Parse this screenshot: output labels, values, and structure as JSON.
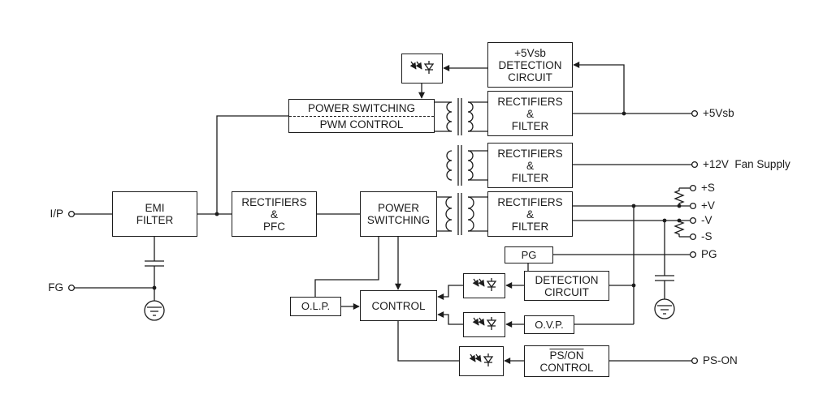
{
  "diagram": {
    "blocks": {
      "emi_filter": {
        "lines": [
          "EMI",
          "FILTER"
        ]
      },
      "rectifiers_pfc": {
        "lines": [
          "RECTIFIERS",
          "&",
          "PFC"
        ]
      },
      "power_switching": {
        "lines": [
          "POWER",
          "SWITCHING"
        ]
      },
      "pwm_control": {
        "line1": "POWER SWITCHING",
        "line2": "PWM CONTROL"
      },
      "vsb_detection": {
        "lines": [
          "+5Vsb",
          "DETECTION",
          "CIRCUIT"
        ]
      },
      "rectifiers_filter_1": {
        "lines": [
          "RECTIFIERS",
          "&",
          "FILTER"
        ]
      },
      "rectifiers_filter_2": {
        "lines": [
          "RECTIFIERS",
          "&",
          "FILTER"
        ]
      },
      "rectifiers_filter_3": {
        "lines": [
          "RECTIFIERS",
          "&",
          "FILTER"
        ]
      },
      "pg_box": {
        "label": "PG"
      },
      "olp": {
        "label": "O.L.P."
      },
      "control": {
        "label": "CONTROL"
      },
      "detection": {
        "lines": [
          "DETECTION",
          "CIRCUIT"
        ]
      },
      "ovp": {
        "label": "O.V.P."
      },
      "pson_control": {
        "line1": "PS/ON",
        "line2": "CONTROL"
      }
    },
    "terminals": {
      "ip": "I/P",
      "fg": "FG",
      "vsb": "+5Vsb",
      "fan": "+12V  Fan Supply",
      "plus_s": "+S",
      "plus_v": "+V",
      "minus_v": "-V",
      "minus_s": "-S",
      "pg": "PG",
      "ps_on": "PS-ON"
    },
    "colors": {
      "line": "#1c1c1c",
      "background": "#ffffff"
    }
  }
}
